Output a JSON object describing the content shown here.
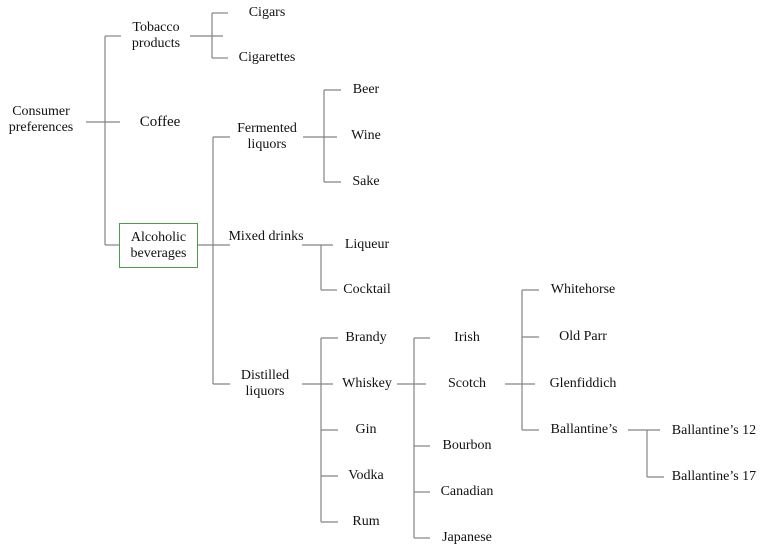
{
  "diagram": {
    "type": "tree",
    "orientation": "left-to-right",
    "root_label": "Consumer preferences"
  },
  "colors": {
    "background": "#ffffff",
    "line": "#848484",
    "text": "#111111",
    "highlight_border": "#4e9b50"
  },
  "nodes": {
    "consumer_preferences": "Consumer preferences",
    "tobacco_products": "Tobacco products",
    "coffee": "Coffee",
    "alcoholic_beverages": "Alcoholic beverages",
    "cigars": "Cigars",
    "cigarettes": "Cigarettes",
    "fermented_liquors": "Fermented liquors",
    "mixed_drinks": "Mixed drinks",
    "distilled_liquors": "Distilled liquors",
    "beer": "Beer",
    "wine": "Wine",
    "sake": "Sake",
    "liqueur": "Liqueur",
    "cocktail": "Cocktail",
    "brandy": "Brandy",
    "whiskey": "Whiskey",
    "gin": "Gin",
    "vodka": "Vodka",
    "rum": "Rum",
    "irish": "Irish",
    "scotch": "Scotch",
    "bourbon": "Bourbon",
    "canadian": "Canadian",
    "japanese": "Japanese",
    "whitehorse": "Whitehorse",
    "old_parr": "Old Parr",
    "glenfiddich": "Glenfiddich",
    "ballantines": "Ballantine’s",
    "ballantines_12": "Ballantine’s 12",
    "ballantines_17": "Ballantine’s 17"
  },
  "tree": {
    "label": "Consumer preferences",
    "children": [
      {
        "label": "Tobacco products",
        "children": [
          {
            "label": "Cigars"
          },
          {
            "label": "Cigarettes"
          }
        ]
      },
      {
        "label": "Coffee"
      },
      {
        "label": "Alcoholic beverages",
        "highlighted": true,
        "children": [
          {
            "label": "Fermented liquors",
            "children": [
              {
                "label": "Beer"
              },
              {
                "label": "Wine"
              },
              {
                "label": "Sake"
              }
            ]
          },
          {
            "label": "Mixed drinks",
            "children": [
              {
                "label": "Liqueur"
              },
              {
                "label": "Cocktail"
              }
            ]
          },
          {
            "label": "Distilled liquors",
            "children": [
              {
                "label": "Brandy"
              },
              {
                "label": "Whiskey",
                "children": [
                  {
                    "label": "Irish"
                  },
                  {
                    "label": "Scotch",
                    "children": [
                      {
                        "label": "Whitehorse"
                      },
                      {
                        "label": "Old Parr"
                      },
                      {
                        "label": "Glenfiddich"
                      },
                      {
                        "label": "Ballantine’s",
                        "children": [
                          {
                            "label": "Ballantine’s 12"
                          },
                          {
                            "label": "Ballantine’s 17"
                          }
                        ]
                      }
                    ]
                  },
                  {
                    "label": "Bourbon"
                  },
                  {
                    "label": "Canadian"
                  },
                  {
                    "label": "Japanese"
                  }
                ]
              },
              {
                "label": "Gin"
              },
              {
                "label": "Vodka"
              },
              {
                "label": "Rum"
              }
            ]
          }
        ]
      }
    ]
  }
}
